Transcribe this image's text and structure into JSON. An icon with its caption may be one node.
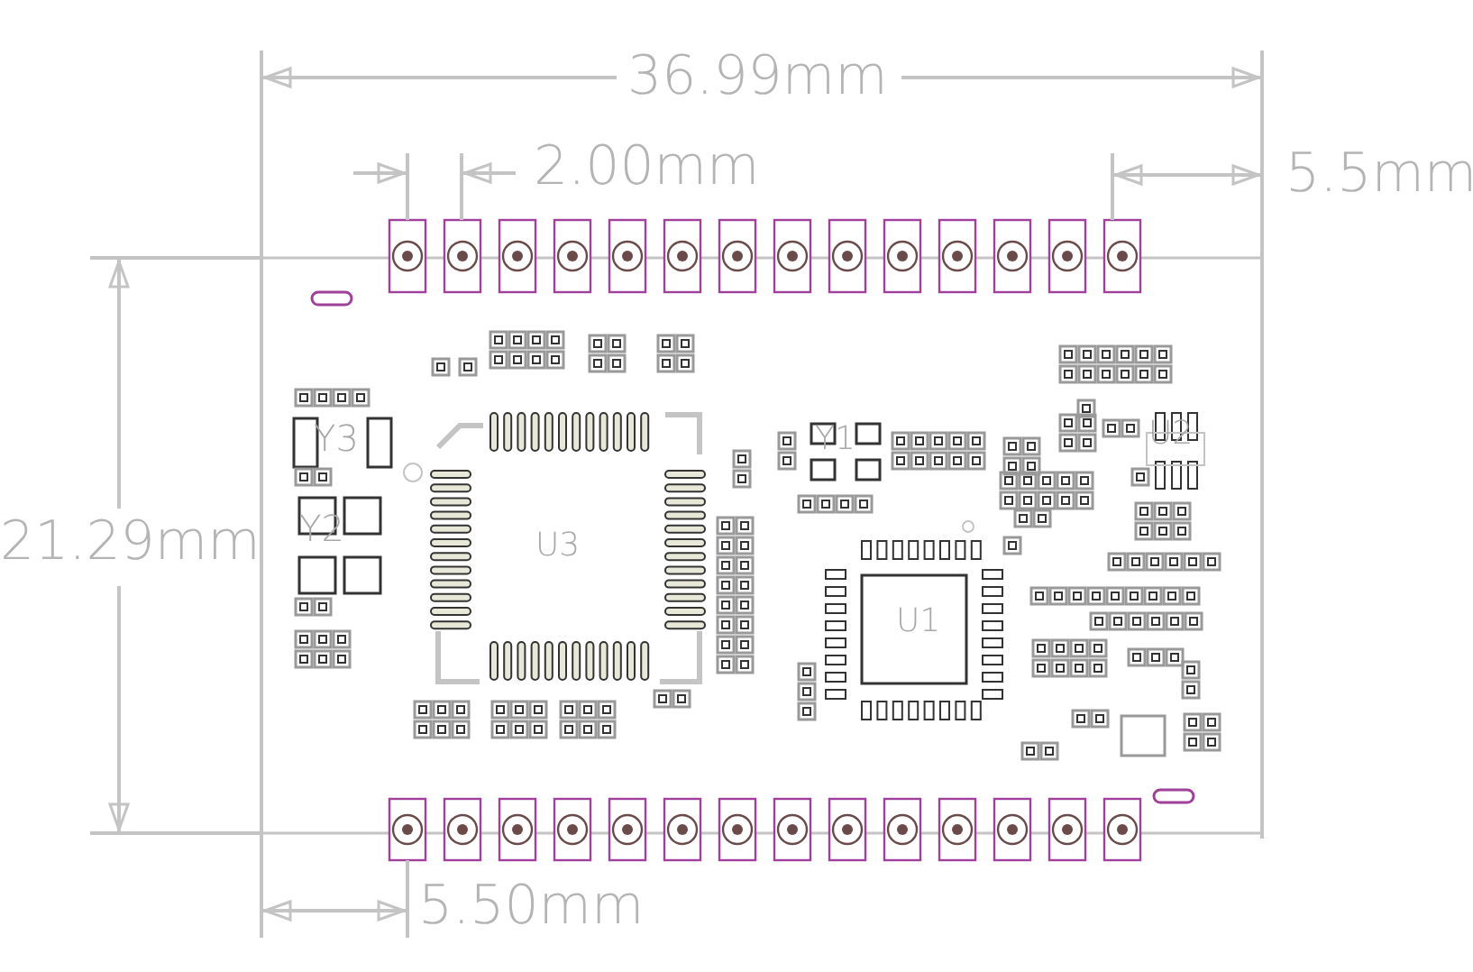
{
  "diagram": {
    "labels": [
      "36.99mm",
      "2.00mm",
      "5.5mm",
      "Y3",
      "Y1",
      "U2",
      "21.29mm",
      "Y2",
      "U3",
      "U1",
      "5.50mm"
    ]
  }
}
